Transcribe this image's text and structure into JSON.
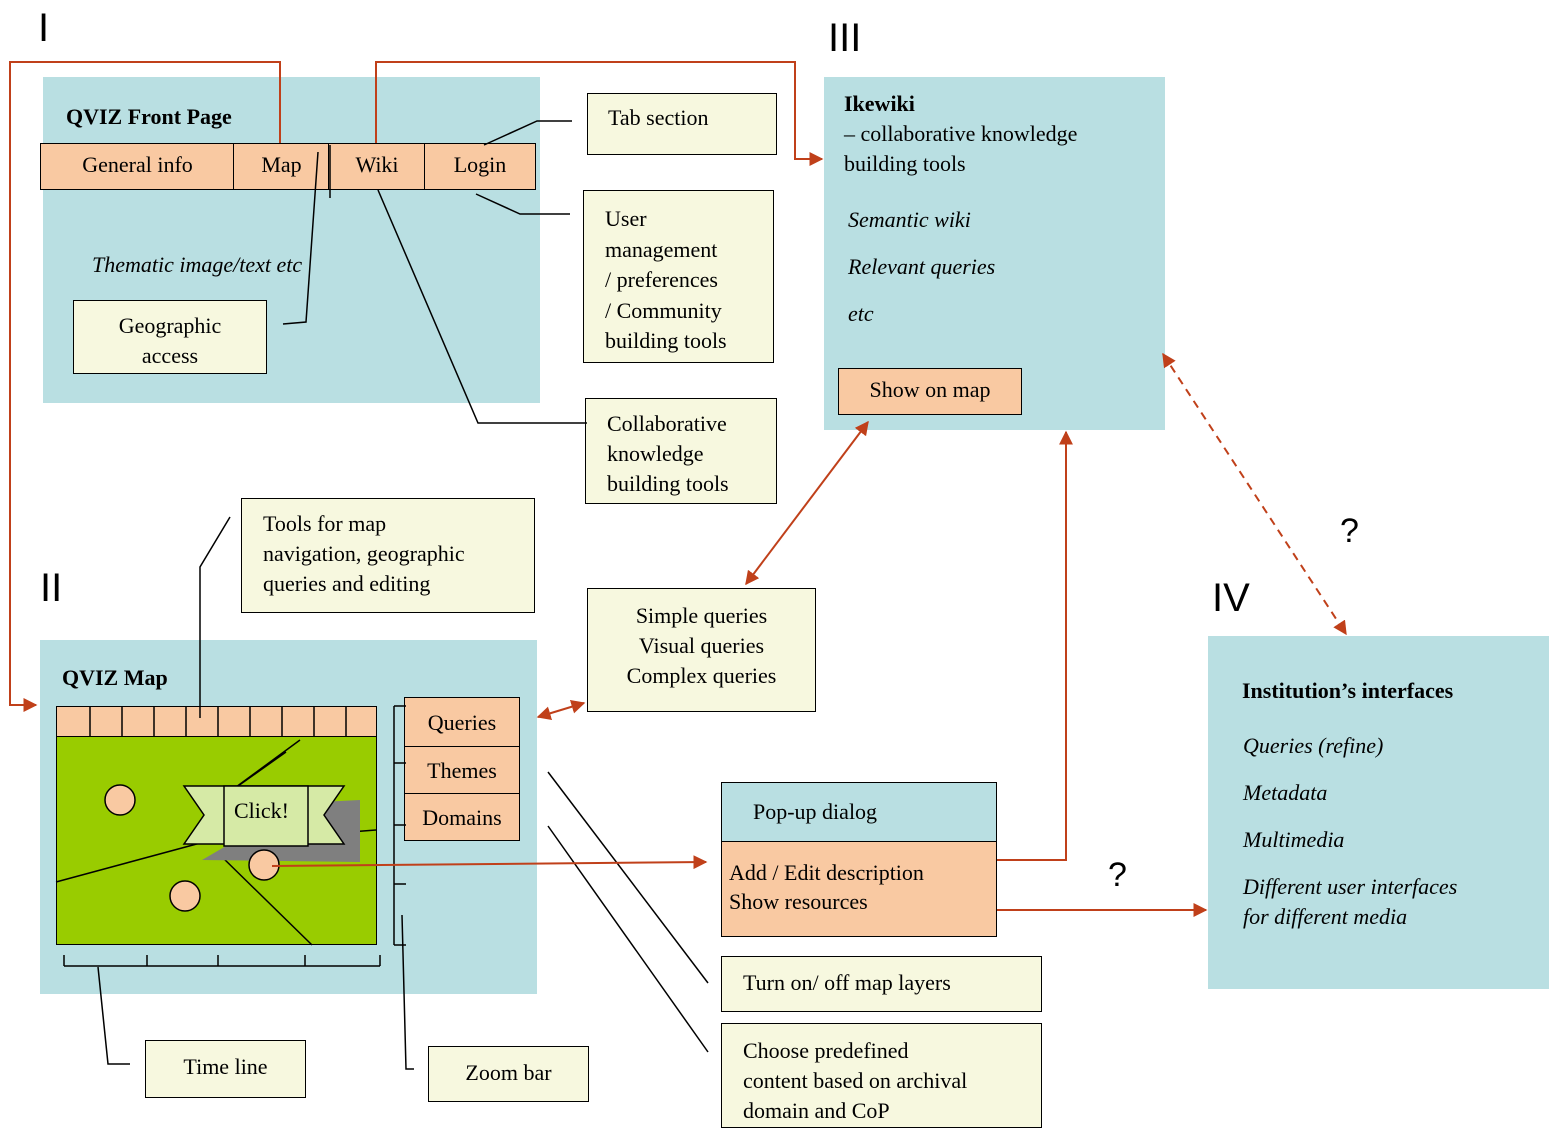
{
  "labels": {
    "I": "I",
    "II": "II",
    "III": "III",
    "IV": "IV",
    "q1": "?",
    "q2": "?"
  },
  "front_page": {
    "title": "QVIZ Front Page",
    "tabs": [
      "General info",
      "Map",
      "Wiki",
      "Login"
    ],
    "thematic": "Thematic image/text etc",
    "geo_access": [
      "Geographic",
      "access"
    ]
  },
  "notes": {
    "tab_section": "Tab section",
    "user_mgmt": [
      "User",
      "management",
      "/ preferences",
      "/ Community",
      "building tools"
    ],
    "collab": [
      "Collaborative",
      "knowledge",
      "building tools"
    ],
    "tools_map": [
      "Tools for map",
      "navigation, geographic",
      "queries and editing"
    ],
    "queries_types": [
      "Simple queries",
      "Visual queries",
      "Complex queries"
    ],
    "layers": "Turn on/ off map layers",
    "predefined": [
      "Choose predefined",
      "content based on archival",
      "domain and CoP"
    ],
    "timeline": "Time line",
    "zoom": "Zoom bar"
  },
  "ikewiki": {
    "title": "Ikewiki",
    "subtitle": [
      "– collaborative knowledge",
      "building tools"
    ],
    "items": [
      "Semantic wiki",
      "Relevant queries",
      "etc"
    ],
    "show_on_map": "Show on map"
  },
  "map": {
    "title": "QVIZ Map",
    "click": "Click!",
    "side_tabs": [
      "Queries",
      "Themes",
      "Domains"
    ]
  },
  "popup": {
    "title": "Pop-up dialog",
    "lines": [
      "Add / Edit description",
      "Show resources"
    ]
  },
  "institution": {
    "title": "Institution’s interfaces",
    "items": [
      "Queries (refine)",
      "Metadata",
      "Multimedia"
    ],
    "last": [
      "Different user interfaces",
      "for different media"
    ]
  },
  "colors": {
    "panel": "#b9dfe2",
    "tab": "#f9c9a2",
    "note": "#f7f8df",
    "map": "#99cc00",
    "arrow": "#c0401a"
  }
}
